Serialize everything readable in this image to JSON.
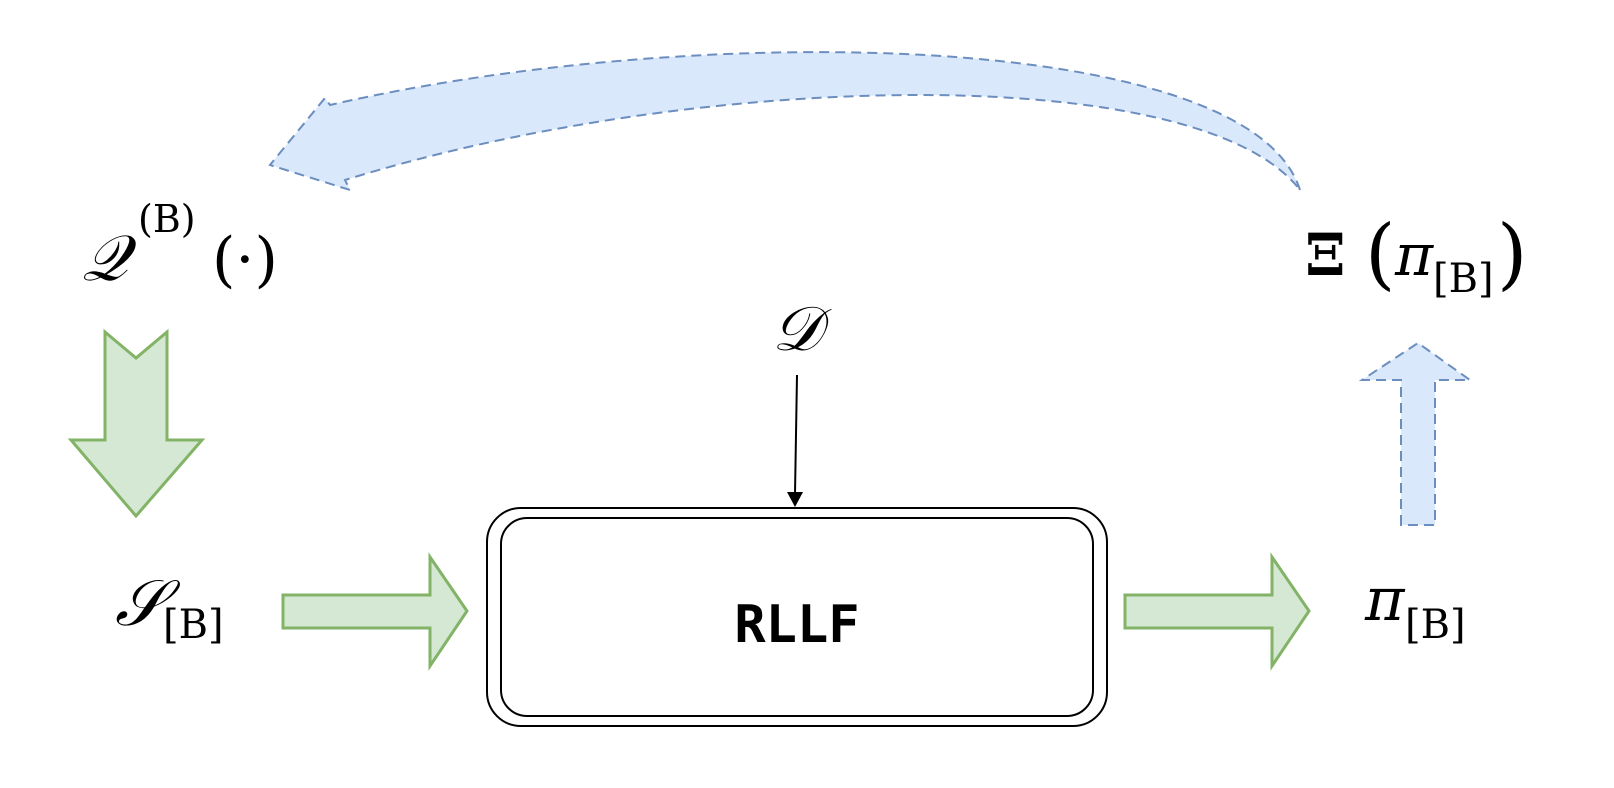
{
  "nodes": {
    "Q_symbol": "𝒬",
    "Q_sup": "(B)",
    "Q_arg": "(·)",
    "S_symbol": "𝒮",
    "S_sub": "[B]",
    "D_symbol": "𝒟",
    "rllf_label": "RLLF",
    "pi_symbol": "π",
    "pi_sub": "[B]",
    "xi_symbol": "Ξ",
    "xi_paren_open": "(",
    "xi_pi": "π",
    "xi_sub": "[B]",
    "xi_paren_close": ")"
  },
  "colors": {
    "green_fill": "#d5e8d4",
    "green_stroke": "#82b366",
    "blue_fill": "#dae8fc",
    "blue_stroke": "#6c8ebf",
    "line": "#000000"
  }
}
